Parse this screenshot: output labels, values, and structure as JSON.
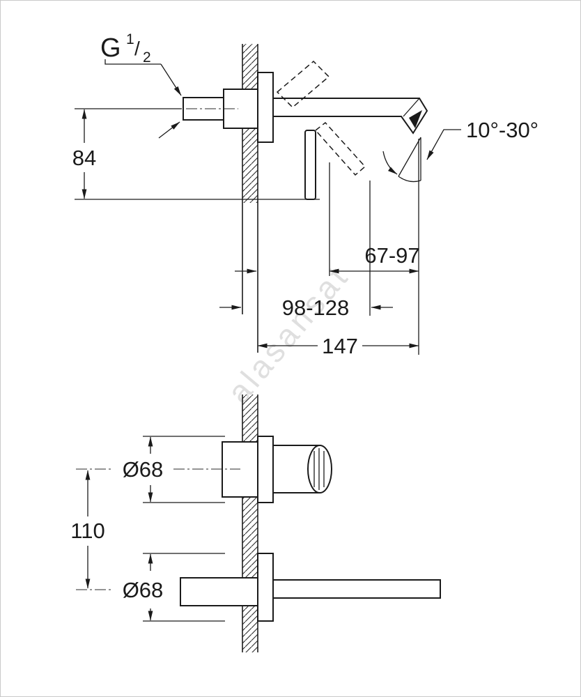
{
  "page": {
    "background": "#ffffff",
    "line_color": "#1a1a1a",
    "watermark_color": "#cbcbcb"
  },
  "watermark": "alasansat",
  "top_view": {
    "thread_label": {
      "letter": "G",
      "numerator": "1",
      "slash": "/",
      "denominator": "2"
    },
    "dim_height": "84",
    "angle_range": "10°-30°",
    "dim_spout_min_max": "67-97",
    "dim_mid": "98-128",
    "dim_total_reach": "147"
  },
  "bottom_view": {
    "dia_handle": "Ø68",
    "dim_vertical_spacing": "110",
    "dia_spout": "Ø68"
  }
}
